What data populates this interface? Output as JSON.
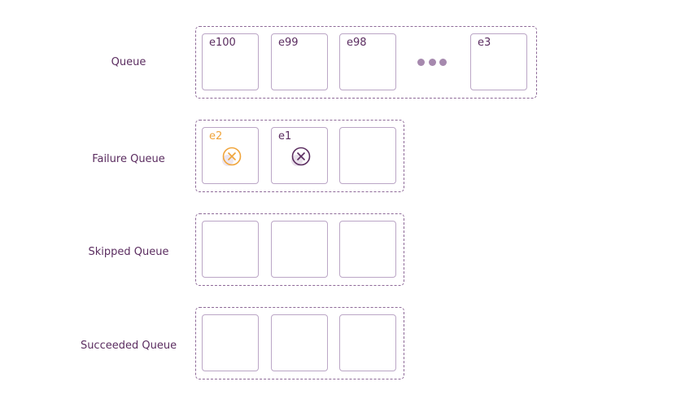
{
  "rows": [
    {
      "label": "Queue",
      "cells": [
        "e100",
        "e99",
        "e98",
        "e3"
      ]
    },
    {
      "label": "Failure Queue",
      "cells": [
        "e2",
        "e1",
        ""
      ]
    },
    {
      "label": "Skipped Queue",
      "cells": [
        "",
        "",
        ""
      ]
    },
    {
      "label": "Succeeded Queue",
      "cells": [
        "",
        "",
        ""
      ]
    }
  ],
  "colors": {
    "text": "#5b2d60",
    "failed_highlight": "#f0a43a",
    "border": "#bba6c6",
    "dashed": "#8e6a98"
  },
  "icons": {
    "failed": "x-circle-icon",
    "ellipsis": "ellipsis-icon"
  }
}
